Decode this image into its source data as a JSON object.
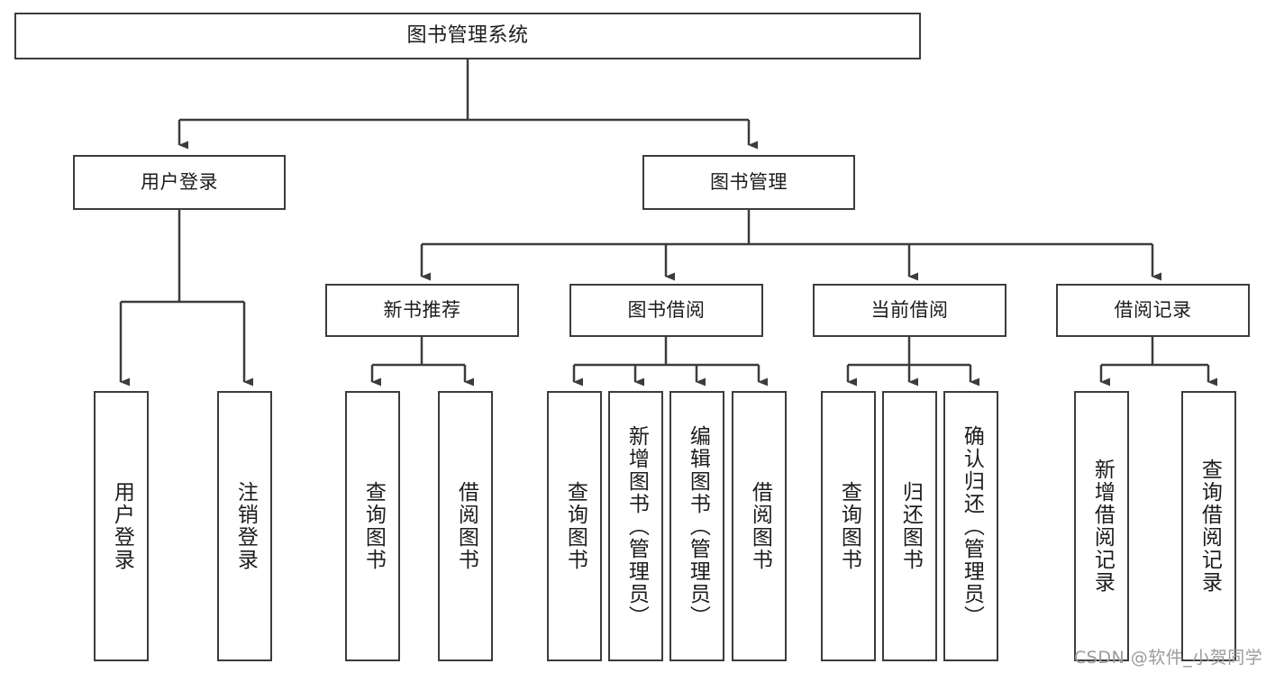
{
  "diagram": {
    "title": "图书管理系统",
    "type": "tree-hierarchy-chart",
    "root": {
      "label": "图书管理系统"
    },
    "level2": [
      {
        "label": "用户登录"
      },
      {
        "label": "图书管理"
      }
    ],
    "level3": [
      {
        "label": "新书推荐"
      },
      {
        "label": "图书借阅"
      },
      {
        "label": "当前借阅"
      },
      {
        "label": "借阅记录"
      }
    ],
    "leaves": {
      "user_login": [
        {
          "label": "用户登录"
        },
        {
          "label": "注销登录"
        }
      ],
      "new_book_recommend": [
        {
          "label": "查询图书"
        },
        {
          "label": "借阅图书"
        }
      ],
      "book_borrow": [
        {
          "label": "查询图书"
        },
        {
          "label": "新增图书（管理员）"
        },
        {
          "label": "编辑图书（管理员）"
        },
        {
          "label": "借阅图书"
        }
      ],
      "current_borrow": [
        {
          "label": "查询图书"
        },
        {
          "label": "归还图书"
        },
        {
          "label": "确认归还（管理员）"
        }
      ],
      "borrow_record": [
        {
          "label": "新增借阅记录"
        },
        {
          "label": "查询借阅记录"
        }
      ]
    }
  },
  "watermark": {
    "text": "CSDN @软件_小贺同学"
  },
  "colors": {
    "box_border": "#3c3c3c",
    "connector": "#3c3c3c",
    "text": "#1c1c1c",
    "background": "#ffffff",
    "watermark": "#9a9a9a"
  }
}
